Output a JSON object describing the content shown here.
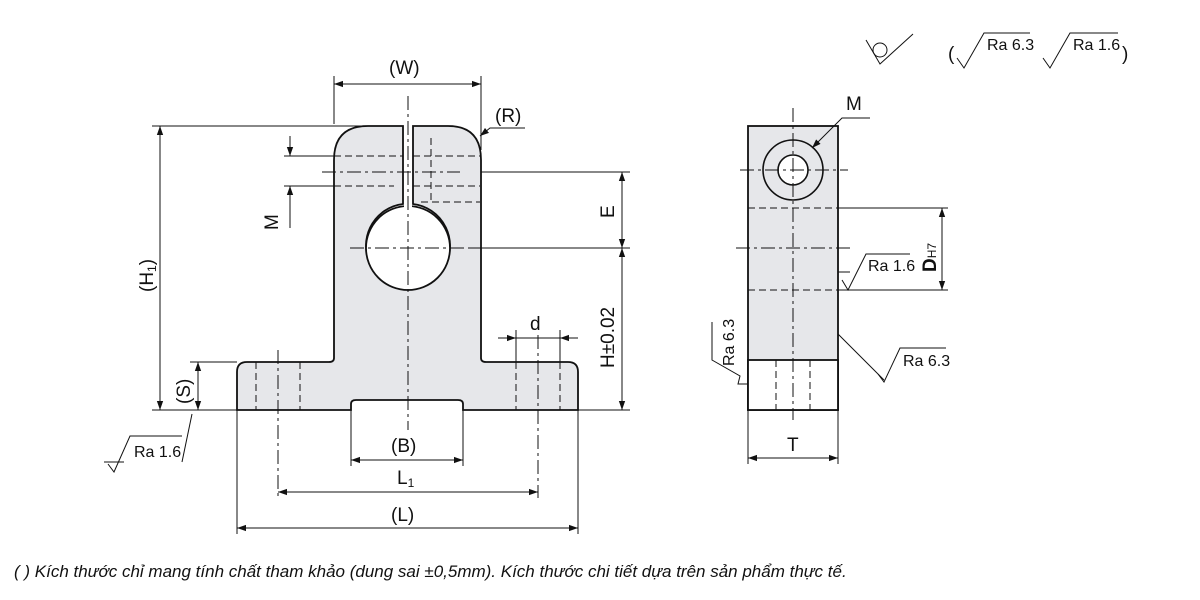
{
  "symbols": {
    "roughness_group_open": "(",
    "roughness_group_close": ")",
    "roughness_a": "Ra 6.3",
    "roughness_b": "Ra 1.6"
  },
  "front_view": {
    "width_label": "(W)",
    "radius_label": "(R)",
    "screw_label": "M",
    "e_label": "E",
    "height_label": "H±0.02",
    "total_height_label": "(H",
    "total_height_sub": "1",
    "total_height_close": ")",
    "s_label": "(S)",
    "d_label": "d",
    "b_label": "(B)",
    "l1_label": "L",
    "l1_sub": "1",
    "l_label": "(L)",
    "bottom_roughness": "Ra 1.6"
  },
  "side_view": {
    "screw_label": "M",
    "diameter_label": "D",
    "diameter_tol": "H7",
    "bore_roughness": "Ra 1.6",
    "side_roughness": "Ra 6.3",
    "left_roughness": "Ra 6.3",
    "t_label": "T"
  },
  "footnote": "( ) Kích thước chỉ mang tính chất tham khảo (dung sai ±0,5mm). Kích thước chi tiết dựa trên sản phẩm thực tế.",
  "colors": {
    "part_fill": "#e6e7ea",
    "accent_text": "#1a8fd0",
    "line": "#111111"
  }
}
